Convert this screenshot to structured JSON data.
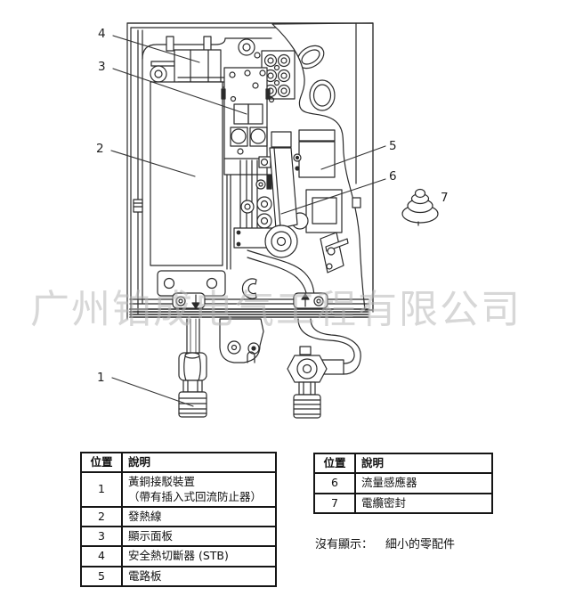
{
  "diagram": {
    "watermark": "广州铂成电气工程有限公司",
    "callouts": {
      "c1": "1",
      "c2": "2",
      "c3": "3",
      "c4": "4",
      "c5": "5",
      "c6": "6",
      "c7": "7"
    }
  },
  "parts_table_left": {
    "col_pos": "位置",
    "col_desc": "說明",
    "rows": [
      {
        "pos": "1",
        "desc": "黃銅接駁裝置",
        "desc2": "（帶有插入式回流防止器）"
      },
      {
        "pos": "2",
        "desc": "發熱線"
      },
      {
        "pos": "3",
        "desc": "顯示面板"
      },
      {
        "pos": "4",
        "desc": "安全熱切斷器 (STB)"
      },
      {
        "pos": "5",
        "desc": "電路板"
      }
    ]
  },
  "parts_table_right": {
    "col_pos": "位置",
    "col_desc": "說明",
    "rows": [
      {
        "pos": "6",
        "desc": "流量感應器"
      },
      {
        "pos": "7",
        "desc": "電纜密封"
      }
    ]
  },
  "note": {
    "label": "沒有顯示：",
    "text": "細小的零配件"
  }
}
